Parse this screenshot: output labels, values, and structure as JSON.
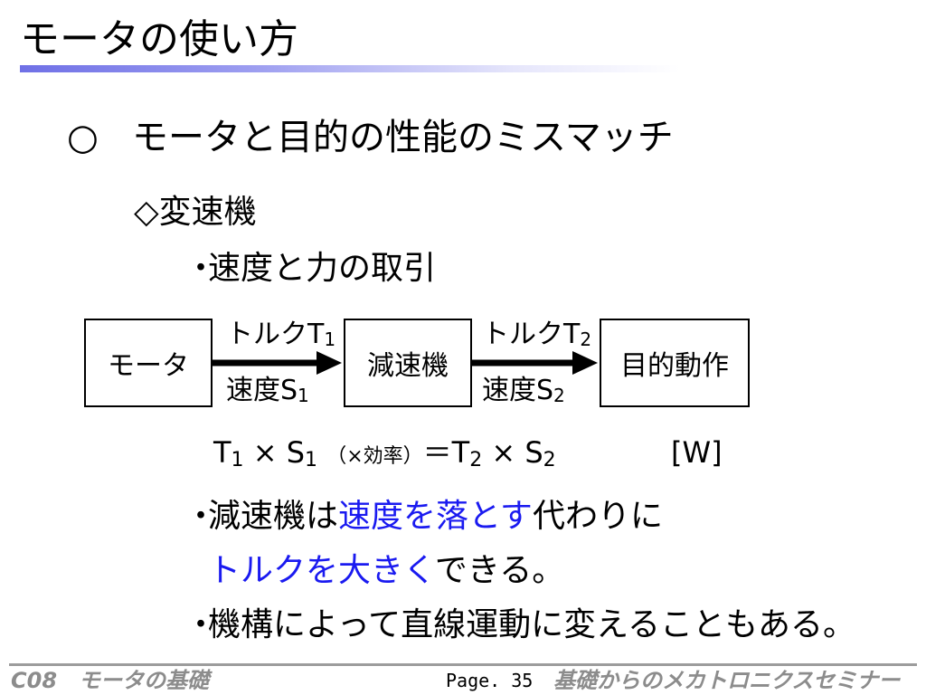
{
  "slide": {
    "title": "モータの使い方",
    "heading": "モータと目的の性能のミスマッチ",
    "heading_bullet": "○",
    "sub_heading": "◇変速機",
    "item_marker": "・",
    "item1": "速度と力の取引",
    "item2": {
      "part1": "減速機は",
      "accent1": "速度を落とす",
      "part2": "代わりに",
      "accent2": "トルクを大きく",
      "part3": "できる。"
    },
    "item3": "機構によって直線運動に変えることもある。",
    "accent_color": "#1a1af0"
  },
  "diagram": {
    "boxes": [
      "モータ",
      "減速機",
      "目的動作"
    ],
    "links": [
      {
        "torque": "トルクT",
        "torque_sub": "1",
        "speed": "速度S",
        "speed_sub": "1"
      },
      {
        "torque": "トルクT",
        "torque_sub": "2",
        "speed": "速度S",
        "speed_sub": "2"
      }
    ]
  },
  "equation": {
    "t": "T",
    "t1_sub": "1",
    "times1": "×",
    "s": "S",
    "s1_sub": "1",
    "efficiency": "（×効率）",
    "equals": "＝",
    "t2": "T",
    "t2_sub": "2",
    "times2": "×",
    "s2": "S",
    "s2_sub": "2",
    "unit": "[W]"
  },
  "footer": {
    "left": "C08　モータの基礎",
    "page": "Page. 35",
    "right": "基礎からのメカトロニクスセミナー"
  }
}
